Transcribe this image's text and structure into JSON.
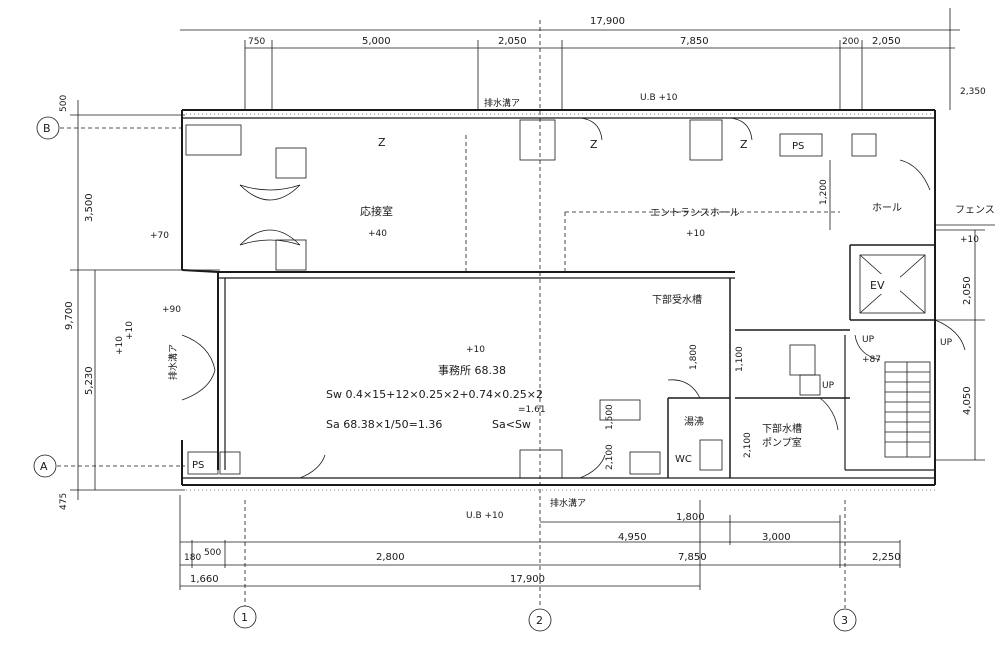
{
  "dims_top": {
    "overall": "17,900",
    "d1": "750",
    "d2": "5,000",
    "d3": "2,050",
    "d4": "7,850",
    "d5": "200",
    "d6": "2,050",
    "right_top": "2,350"
  },
  "dims_left": {
    "top_small": "500",
    "upper": "3,500",
    "overall": "9,700",
    "lower": "5,230",
    "bottom": "475"
  },
  "dims_bottom": {
    "r1_a": "1,800",
    "r1_b": "4,950",
    "r1_c": "3,000",
    "r2_a": "180",
    "r2_b": "500",
    "r2_c": "2,800",
    "r2_d": "7,850",
    "r2_e": "2,250",
    "r3_a": "1,660",
    "r3_b": "17,900"
  },
  "dims_right": {
    "a": "2,050",
    "b": "4,050"
  },
  "dims_interior": {
    "ent": "1,200",
    "c1": "1,800",
    "c2": "2,100",
    "c3": "1,500",
    "c4": "2,100",
    "c5": "1,100"
  },
  "grid": {
    "B": "B",
    "A": "A",
    "g1": "1",
    "g2": "2",
    "g3": "3"
  },
  "rooms": {
    "reception": "応接室",
    "reception_level": "+40",
    "entrance": "エントランスホール",
    "entrance_level": "+10",
    "office": "事務所 68.38",
    "office_level": "+10",
    "hall": "ホール",
    "ev": "EV",
    "ps_top": "PS",
    "ps_bottom": "PS",
    "kitchen": "湯沸",
    "wc": "WC",
    "water_tank": "下部受水槽",
    "pump": "下部水槽\nポンプ室",
    "fence": "フェンス",
    "up1": "UP",
    "up2": "UP",
    "up3": "UP",
    "level_up": "+87"
  },
  "formulas": {
    "sw": "Sw 0.4×15+12×0.25×2+0.74×0.25×2",
    "sw_result": "=1.61",
    "sa": "Sa 68.38×1/50=1.36",
    "compare": "Sa<Sw"
  },
  "annotations": {
    "top_wall": "排水溝ア",
    "top_ub": "U.B +10",
    "bottom_ub": "U.B +10",
    "bottom_wall": "排水溝ア",
    "left_wall": "排水溝ア",
    "left_level": "+90",
    "left_margin": "+70",
    "left_side_a": "+10",
    "left_side_b": "+10",
    "z1": "Z",
    "z2": "Z",
    "z3": "Z",
    "right_edge": "+10"
  }
}
